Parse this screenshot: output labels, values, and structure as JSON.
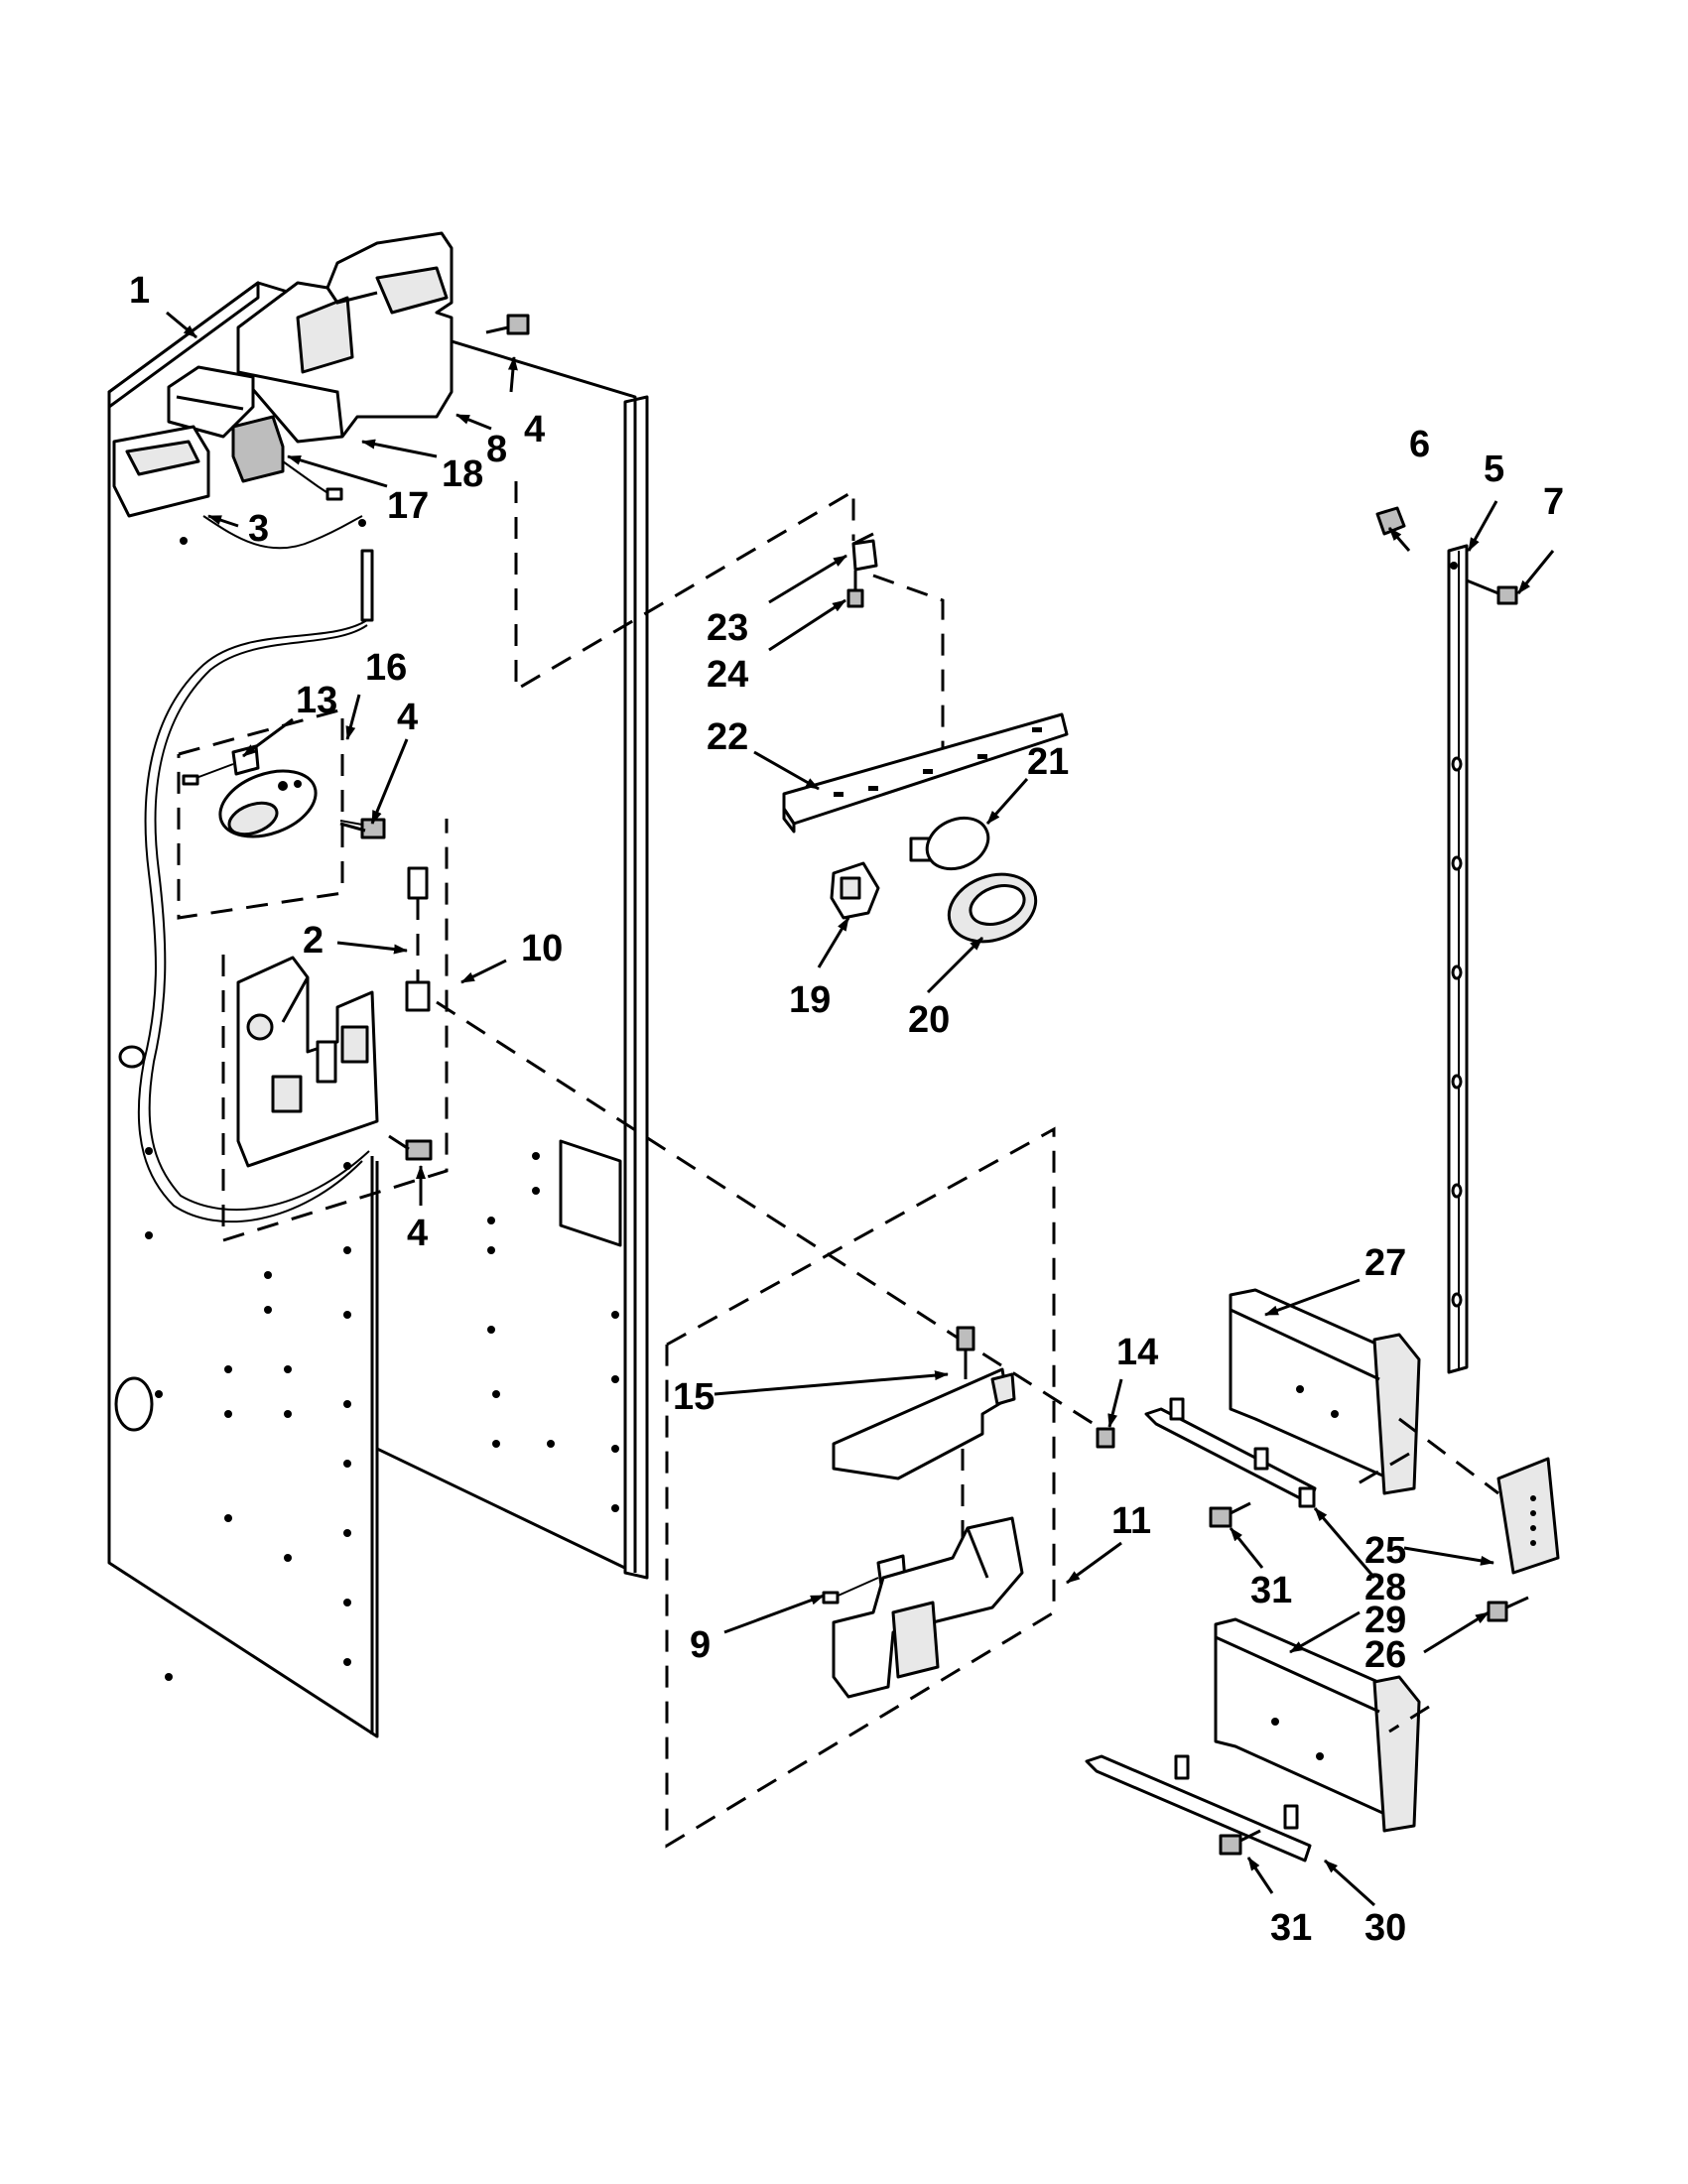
{
  "diagram": {
    "callouts": [
      {
        "id": "c1",
        "text": "1"
      },
      {
        "id": "c2",
        "text": "2"
      },
      {
        "id": "c3",
        "text": "3"
      },
      {
        "id": "c4a",
        "text": "4"
      },
      {
        "id": "c4b",
        "text": "4"
      },
      {
        "id": "c4c",
        "text": "4"
      },
      {
        "id": "c5",
        "text": "5"
      },
      {
        "id": "c6",
        "text": "6"
      },
      {
        "id": "c7",
        "text": "7"
      },
      {
        "id": "c8",
        "text": "8"
      },
      {
        "id": "c9",
        "text": "9"
      },
      {
        "id": "c10",
        "text": "10"
      },
      {
        "id": "c11",
        "text": "11"
      },
      {
        "id": "c13",
        "text": "13"
      },
      {
        "id": "c14",
        "text": "14"
      },
      {
        "id": "c15",
        "text": "15"
      },
      {
        "id": "c16",
        "text": "16"
      },
      {
        "id": "c17",
        "text": "17"
      },
      {
        "id": "c18",
        "text": "18"
      },
      {
        "id": "c19",
        "text": "19"
      },
      {
        "id": "c20",
        "text": "20"
      },
      {
        "id": "c21",
        "text": "21"
      },
      {
        "id": "c22",
        "text": "22"
      },
      {
        "id": "c23",
        "text": "23"
      },
      {
        "id": "c24",
        "text": "24"
      },
      {
        "id": "c25",
        "text": "25"
      },
      {
        "id": "c26",
        "text": "26"
      },
      {
        "id": "c27",
        "text": "27"
      },
      {
        "id": "c28",
        "text": "28"
      },
      {
        "id": "c29",
        "text": "29"
      },
      {
        "id": "c30",
        "text": "30"
      },
      {
        "id": "c31a",
        "text": "31"
      },
      {
        "id": "c31b",
        "text": "31"
      }
    ]
  }
}
